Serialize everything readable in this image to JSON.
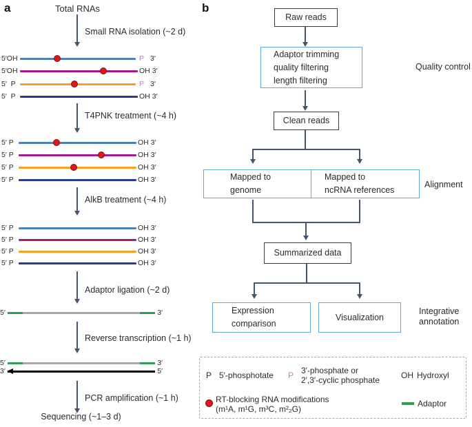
{
  "colors": {
    "arrow": "#44536e",
    "rna_blue": "#4d80b6",
    "rna_magenta": "#a21a8d",
    "rna_orange": "#f9a11e",
    "rna_navy": "#2b3b8d",
    "mod_dot_fill": "#e0161c",
    "mod_dot_edge": "#7e1113",
    "pink_p": "#c77bbf",
    "adaptor_green": "#2f9e4e",
    "insert_gray": "#a7a9ac",
    "strand_black": "#000000",
    "box_blue": "#5fa8dc",
    "box_dark": "#3a3a3a",
    "text": "#2b2b2b",
    "legend_border": "#a6a9ac"
  },
  "panel_a": {
    "label": "a",
    "source": "Total RNAs",
    "steps": {
      "s1": "Small RNA isolation (~2 d)",
      "s2": "T4PNK treatment (~4 h)",
      "s3": "AlkB treatment (~4 h)",
      "s4": "Adaptor ligation (~2 d)",
      "s5": "Reverse transcription (~1 h)",
      "s6": "PCR amplification (~1 h)"
    },
    "final_step": "Sequencing (~1–3 d)",
    "groups": [
      {
        "rows": [
          {
            "left": "5′OH",
            "mark": "P",
            "tail": "3′",
            "dot": "32%"
          },
          {
            "left": "5′OH",
            "mark": "OH",
            "tail": "3′",
            "dot": "71%"
          },
          {
            "left": "5′  P",
            "mark": "P",
            "tail": "3′",
            "dot": "47%"
          },
          {
            "left": "5′  P",
            "mark": "OH",
            "tail": "3′"
          }
        ]
      },
      {
        "rows": [
          {
            "left": "5′ P",
            "mark": "OH",
            "tail": "3′",
            "dot": "32%"
          },
          {
            "left": "5′ P",
            "mark": "OH",
            "tail": "3′",
            "dot": "70%"
          },
          {
            "left": "5′ P",
            "mark": "OH",
            "tail": "3′",
            "dot": "47%"
          },
          {
            "left": "5′ P",
            "mark": "OH",
            "tail": "3′"
          }
        ]
      },
      {
        "rows": [
          {
            "left": "5′ P",
            "mark": "OH",
            "tail": "3′"
          },
          {
            "left": "5′ P",
            "mark": "OH",
            "tail": "3′"
          },
          {
            "left": "5′ P",
            "mark": "OH",
            "tail": "3′"
          },
          {
            "left": "5′ P",
            "mark": "OH",
            "tail": "3′"
          }
        ]
      }
    ],
    "ligated": {
      "left_end": "5′",
      "right_end": "3′"
    },
    "rt_duplex": {
      "top_left": "5′",
      "top_right": "3′",
      "bottom_left": "3′",
      "bottom_right": "5′"
    }
  },
  "panel_b": {
    "label": "b",
    "boxes": {
      "raw_reads": "Raw reads",
      "qc_lines": [
        "Adaptor trimming",
        "quality filtering",
        "length filtering"
      ],
      "clean_reads": "Clean reads",
      "map_genome": [
        "Mapped to",
        "genome"
      ],
      "map_ncrna": [
        "Mapped to",
        "ncRNA references"
      ],
      "summarized": "Summarized data",
      "expression": [
        "Expression",
        "comparison"
      ],
      "visualization": "Visualization"
    },
    "stages": {
      "quality_control": "Quality control",
      "alignment": "Alignment",
      "integrative": [
        "Integrative",
        "annotation"
      ]
    }
  },
  "legend": {
    "p5": {
      "mark": "P",
      "text": "5′-phosphotate"
    },
    "p3": {
      "mark": "P",
      "lines": [
        "3′-phosphate or",
        "2′,3′-cyclic phosphate"
      ]
    },
    "oh": {
      "mark": "OH",
      "text": "Hydroxyl"
    },
    "mod": {
      "lines": [
        "RT-blocking RNA modifications",
        "(m¹A, m¹G, m³C, m²₂G)"
      ]
    },
    "adaptor": {
      "text": "Adaptor"
    }
  }
}
